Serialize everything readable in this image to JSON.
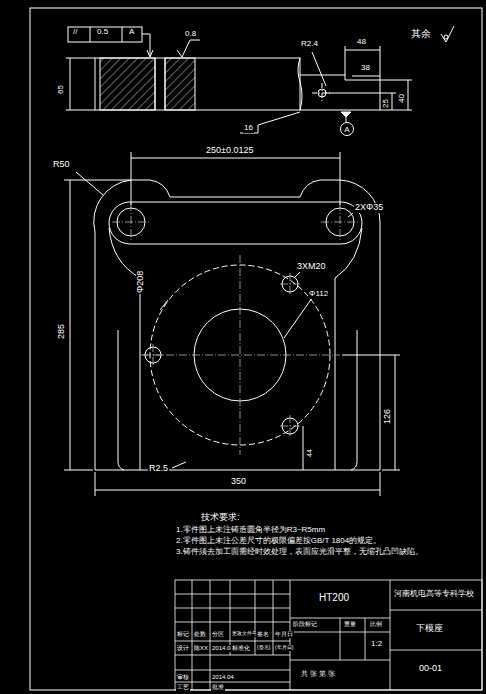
{
  "diagram": {
    "nodes": [
      {
        "text": [
          "A"
        ]
      }
    ],
    "labels": [
      "//",
      "0.5",
      "A",
      "0.8",
      "65",
      "R2.4",
      "48",
      "38",
      "25",
      "40",
      "16",
      "其余",
      "250±0.0125",
      "R50",
      "2XΦ35",
      "3XM20",
      "Φ208",
      "Φ112",
      "285",
      "126",
      "R2.5",
      "44",
      "350",
      "技术要求:",
      "1.零件图上未注铸造圆角半径为R3~R5mm",
      "2.零件图上未注公差尺寸的极限偏差按GB/T 1804的规定。",
      "3.铸件须去加工面需经时效处理，表面应光滑平整，无缩孔凸凹缺陷。",
      "HT200",
      "河南机电高等专科学校",
      "下模座",
      "00-01",
      "阶段标记",
      "重量",
      "比例",
      "1:2",
      "共 张 第 张",
      "标记",
      "处数",
      "分区",
      "更改文件号",
      "签名",
      "年月日",
      "设计",
      "陈XX",
      "2014.04.",
      "标准化",
      "(签名)",
      "(年月日)",
      "审核",
      "2014.04.",
      "工艺",
      "批准"
    ]
  }
}
